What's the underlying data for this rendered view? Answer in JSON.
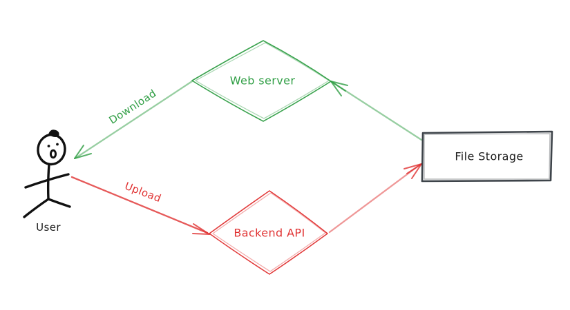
{
  "diagram": {
    "nodes": {
      "user": {
        "label": "User",
        "shape": "stick-figure",
        "color": "#111111"
      },
      "web_server": {
        "label": "Web server",
        "shape": "diamond",
        "color": "#2f9e44"
      },
      "backend_api": {
        "label": "Backend API",
        "shape": "diamond",
        "color": "#e03131"
      },
      "file_storage": {
        "label": "File Storage",
        "shape": "rectangle",
        "color": "#343a40",
        "text_color": "#1e1e1e"
      }
    },
    "edges": [
      {
        "id": "storage-to-webserver",
        "from": "file_storage",
        "to": "web_server",
        "label": "",
        "color": "#2f9e44"
      },
      {
        "id": "webserver-to-user",
        "from": "web_server",
        "to": "user",
        "label": "Download",
        "color": "#2f9e44"
      },
      {
        "id": "user-to-backend",
        "from": "user",
        "to": "backend_api",
        "label": "Upload",
        "color": "#e03131"
      },
      {
        "id": "backend-to-storage",
        "from": "backend_api",
        "to": "file_storage",
        "label": "",
        "color": "#e03131"
      }
    ],
    "colors": {
      "download_flow": "#2f9e44",
      "upload_flow": "#e03131",
      "storage_stroke": "#343a40",
      "figure_stroke": "#111111",
      "background": "#ffffff"
    }
  }
}
